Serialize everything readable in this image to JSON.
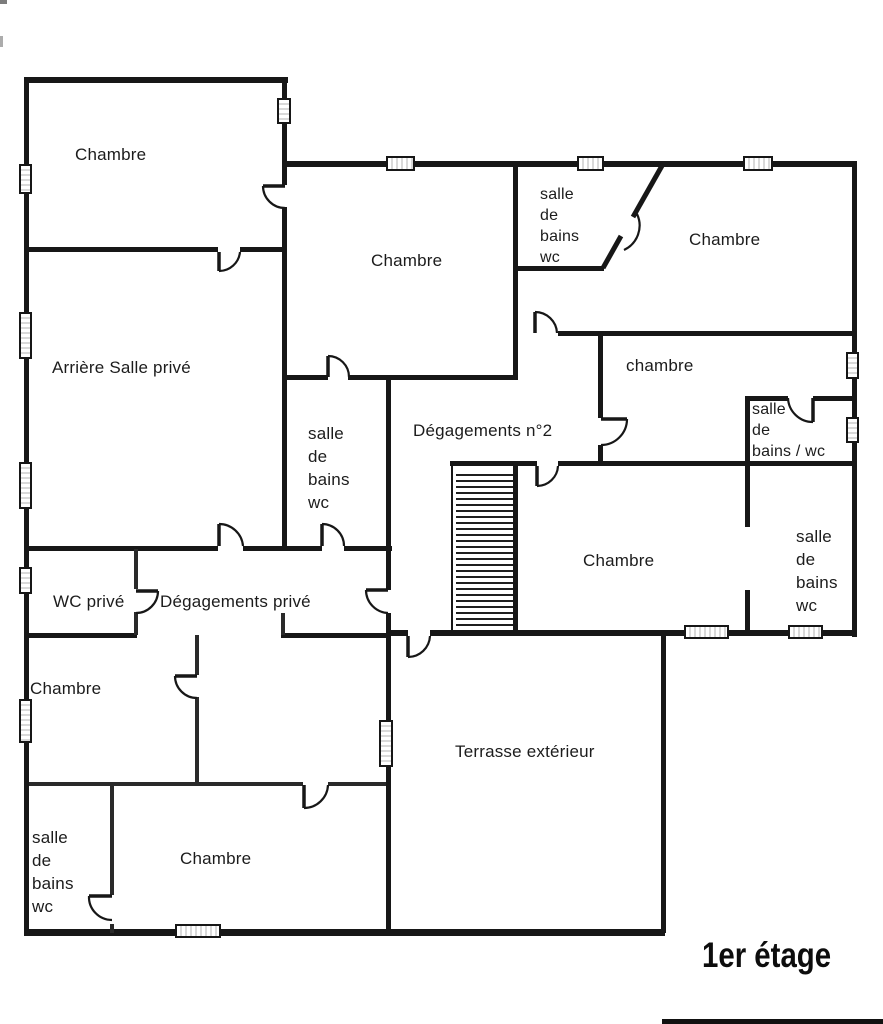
{
  "plan": {
    "floor_label": "1er étage",
    "colors": {
      "wall": "#171717",
      "background": "#ffffff"
    },
    "rooms": [
      {
        "id": "chambre-top-left",
        "label": "Chambre"
      },
      {
        "id": "chambre-top-middle",
        "label": "Chambre"
      },
      {
        "id": "salle-bains-wc-top",
        "label": "salle\nde\nbains\nwc"
      },
      {
        "id": "chambre-top-right",
        "label": "Chambre"
      },
      {
        "id": "arriere-salle-prive",
        "label": "Arrière Salle privé"
      },
      {
        "id": "chambre-right-small",
        "label": "chambre"
      },
      {
        "id": "salle-bains-wc-right",
        "label": "salle\nde\nbains / wc"
      },
      {
        "id": "degagements-n2",
        "label": "Dégagements n°2"
      },
      {
        "id": "salle-bains-wc-mid-left",
        "label": "salle\nde\nbains\nwc"
      },
      {
        "id": "chambre-mid-right",
        "label": "Chambre"
      },
      {
        "id": "salle-bains-wc-bottom-right",
        "label": "salle\nde\nbains\nwc"
      },
      {
        "id": "wc-prive",
        "label": "WC privé"
      },
      {
        "id": "degagements-prive",
        "label": "Dégagements privé"
      },
      {
        "id": "chambre-left",
        "label": "Chambre"
      },
      {
        "id": "chambre-bottom",
        "label": "Chambre"
      },
      {
        "id": "terrasse",
        "label": "Terrasse extérieur"
      },
      {
        "id": "salle-bains-wc-bottom-left",
        "label": "salle\nde\nbains\nwc"
      }
    ]
  }
}
